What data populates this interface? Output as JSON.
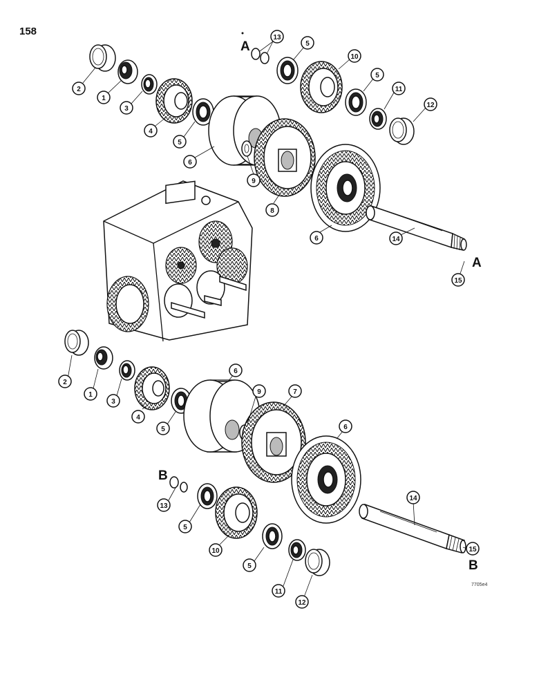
{
  "page_number": "158",
  "figure_code": "7705e4",
  "reference_letters": [
    "A",
    "B"
  ],
  "callouts_top": [
    "2",
    "1",
    "3",
    "4",
    "5",
    "6",
    "9",
    "8",
    "6",
    "14",
    "15",
    "13",
    "5",
    "10",
    "5",
    "11",
    "12"
  ],
  "callouts_bottom": [
    "2",
    "1",
    "3",
    "4",
    "5",
    "6",
    "9",
    "7",
    "6",
    "13",
    "5",
    "10",
    "5",
    "11",
    "12",
    "14",
    "15"
  ]
}
